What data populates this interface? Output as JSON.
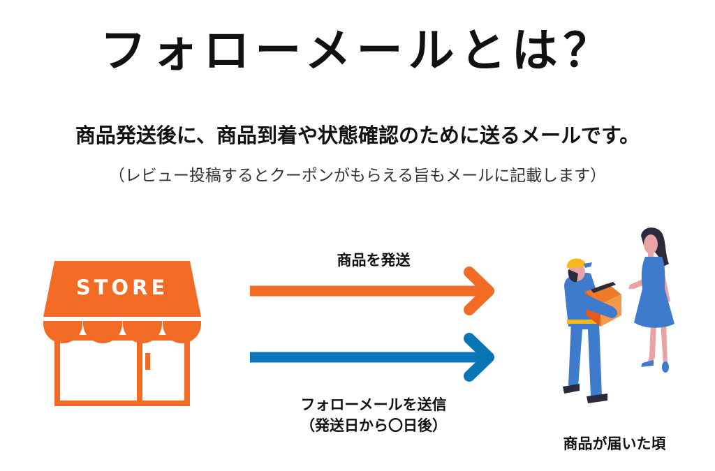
{
  "header": {
    "title": "フォローメールとは？",
    "subtitle": "商品発送後に、商品到着や状態確認のために送るメールです。",
    "note": "（レビュー投稿するとクーポンがもらえる旨もメールに記載します）"
  },
  "store": {
    "sign_text": "STORE",
    "icon": "store-icon",
    "color": "#f26b24"
  },
  "flows": [
    {
      "label": "商品を発送",
      "color": "#f26b24",
      "icon": "arrow-right-icon"
    },
    {
      "label_line1": "フォローメールを送信",
      "label_line2": "（発送日から〇日後）",
      "color": "#0a76b7",
      "icon": "arrow-right-icon"
    }
  ],
  "recipient": {
    "label": "商品が届いた頃",
    "icon": "delivery-person-icon",
    "colors": {
      "uniform": "#3f7bcc",
      "cap": "#f6b916",
      "box": "#ee7a2a",
      "skin": "#e9a2a6",
      "hair": "#2b2a3d"
    }
  }
}
